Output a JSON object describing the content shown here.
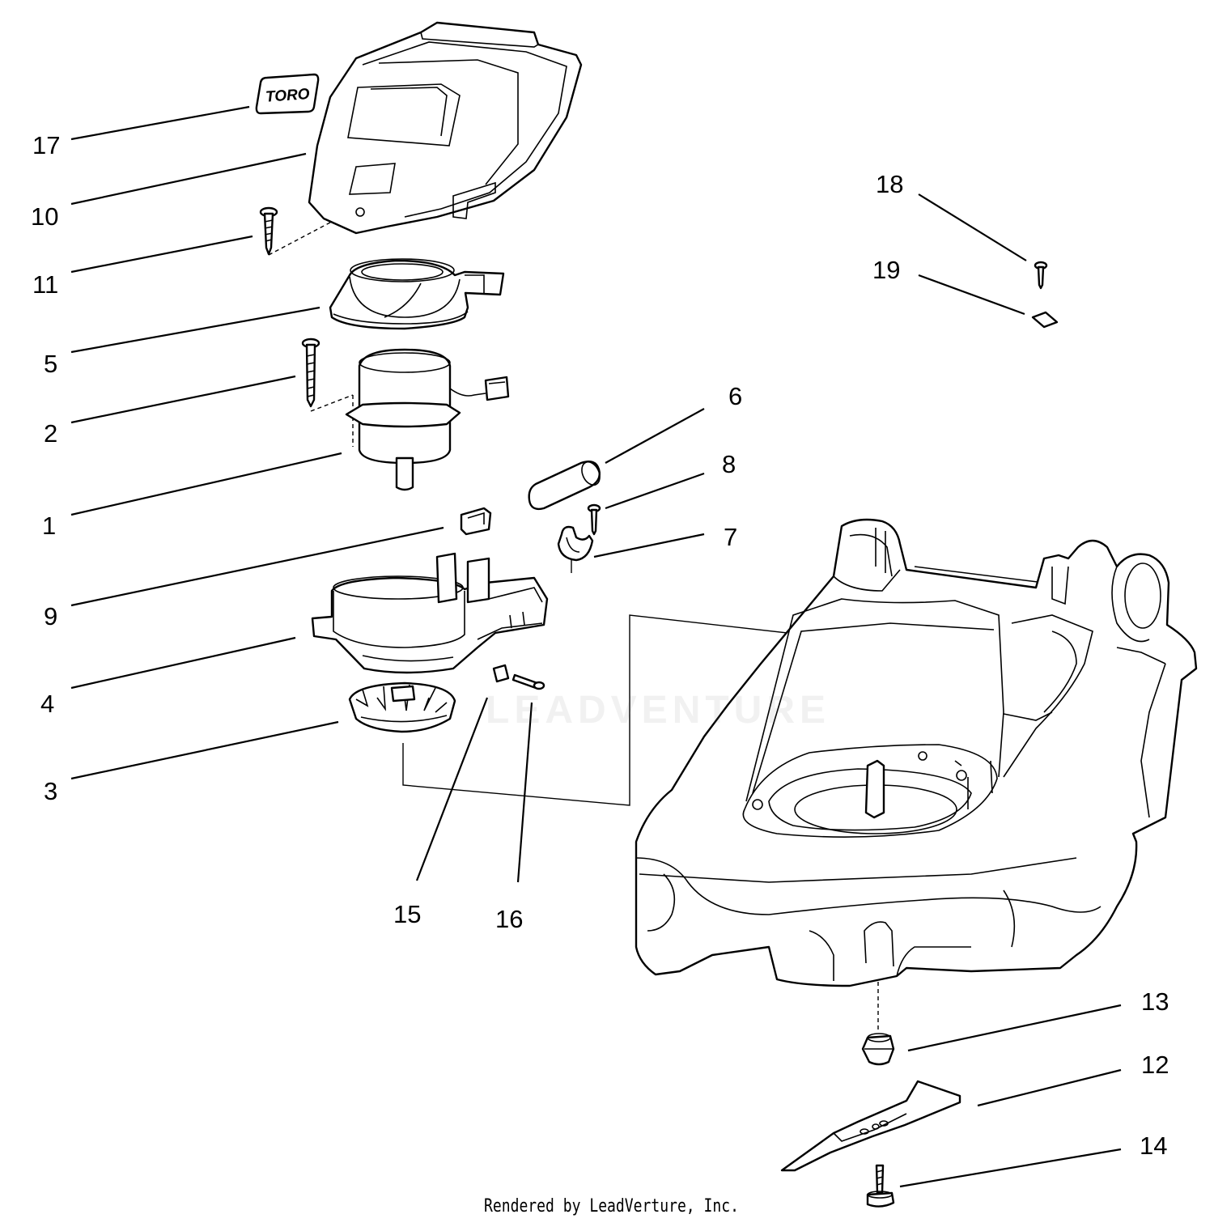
{
  "callouts": {
    "c1": "1",
    "c2": "2",
    "c3": "3",
    "c4": "4",
    "c5": "5",
    "c6": "6",
    "c7": "7",
    "c8": "8",
    "c9": "9",
    "c10": "10",
    "c11": "11",
    "c12": "12",
    "c13": "13",
    "c14": "14",
    "c15": "15",
    "c16": "16",
    "c17": "17",
    "c18": "18",
    "c19": "19"
  },
  "decal_text": "TORO",
  "watermark_text": "LEADVENTURE",
  "footer": "Rendered by LeadVerture, Inc."
}
